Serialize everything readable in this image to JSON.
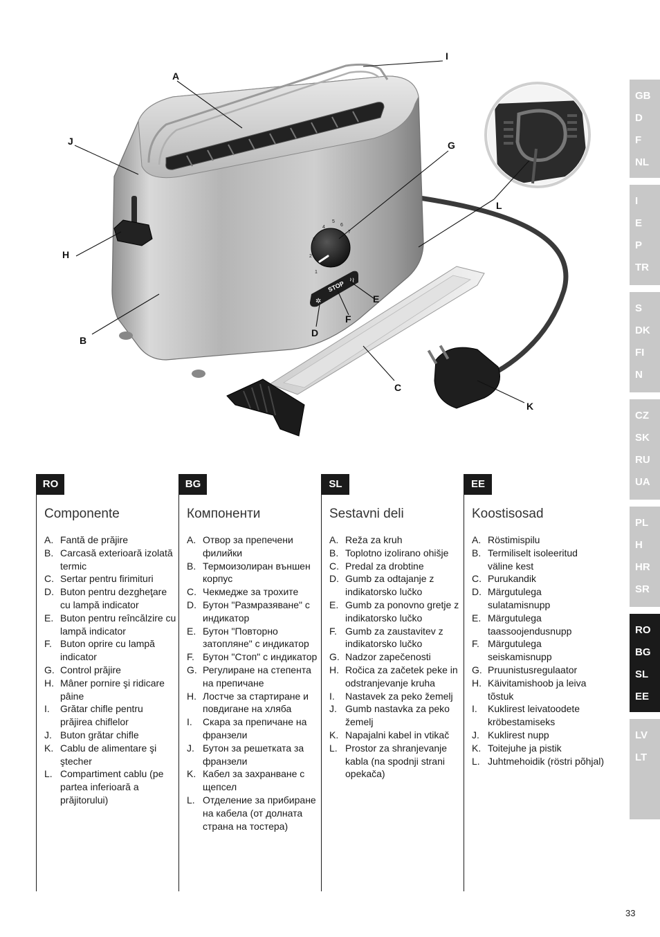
{
  "figure": {
    "callouts": [
      "A",
      "B",
      "C",
      "D",
      "E",
      "F",
      "G",
      "H",
      "I",
      "J",
      "K",
      "L"
    ],
    "dial_numbers": [
      "1",
      "2",
      "3",
      "4",
      "5",
      "6",
      "7"
    ],
    "stop_button_label": "STOP"
  },
  "tabs": [
    {
      "codes": [
        "GB",
        "D",
        "F",
        "NL"
      ],
      "active": false
    },
    {
      "codes": [
        "I",
        "E",
        "P",
        "TR"
      ],
      "active": false
    },
    {
      "codes": [
        "S",
        "DK",
        "FI",
        "N"
      ],
      "active": false
    },
    {
      "codes": [
        "CZ",
        "SK",
        "RU",
        "UA"
      ],
      "active": false
    },
    {
      "codes": [
        "PL",
        "H",
        "HR",
        "SR"
      ],
      "active": false
    },
    {
      "codes": [
        "RO",
        "BG",
        "SL",
        "EE"
      ],
      "active": true
    },
    {
      "codes": [
        "LV",
        "LT"
      ],
      "active": false
    }
  ],
  "columns": [
    {
      "lang": "RO",
      "title": "Componente",
      "items": [
        {
          "letter": "A.",
          "text": "Fantă de prăjire"
        },
        {
          "letter": "B.",
          "text": "Carcasă exterioară izolată termic"
        },
        {
          "letter": "C.",
          "text": "Sertar pentru firimituri"
        },
        {
          "letter": "D.",
          "text": "Buton pentru dezgheţare cu lampă indicator"
        },
        {
          "letter": "E.",
          "text": "Buton pentru reîncălzire cu lampă indicator"
        },
        {
          "letter": "F.",
          "text": "Buton oprire cu lampă indicator"
        },
        {
          "letter": "G.",
          "text": "Control prăjire"
        },
        {
          "letter": "H.",
          "text": "Mâner pornire şi ridicare pâine"
        },
        {
          "letter": "I.",
          "text": "Grătar chifle pentru prăjirea chiflelor"
        },
        {
          "letter": "J.",
          "text": "Buton grătar chifle"
        },
        {
          "letter": "K.",
          "text": "Cablu de alimentare şi ştecher"
        },
        {
          "letter": "L.",
          "text": "Compartiment cablu (pe partea inferioară a prăjitorului)"
        }
      ]
    },
    {
      "lang": "BG",
      "title": "Компоненти",
      "items": [
        {
          "letter": "A.",
          "text": "Отвор за препечени филийки"
        },
        {
          "letter": "B.",
          "text": "Термоизолиран външен корпус"
        },
        {
          "letter": "C.",
          "text": "Чекмедже за трохите"
        },
        {
          "letter": "D.",
          "text": "Бутон \"Размразяване\" с индикатор"
        },
        {
          "letter": "E.",
          "text": "Бутон \"Повторно затопляне\" с индикатор"
        },
        {
          "letter": "F.",
          "text": "Бутон \"Стоп\" с индикатор"
        },
        {
          "letter": "G.",
          "text": "Регулиране на степента на препичане"
        },
        {
          "letter": "H.",
          "text": "Лостче за стартиране и повдигане на хляба"
        },
        {
          "letter": "I.",
          "text": "Скара за препичане на франзели"
        },
        {
          "letter": "J.",
          "text": "Бутон за решетката за франзели"
        },
        {
          "letter": "K.",
          "text": "Кабел за захранване с щепсел"
        },
        {
          "letter": "L.",
          "text": "Отделение за прибиране на кабела (от долната страна на тостера)"
        }
      ]
    },
    {
      "lang": "SL",
      "title": "Sestavni deli",
      "items": [
        {
          "letter": "A.",
          "text": "Reža za kruh"
        },
        {
          "letter": "B.",
          "text": "Toplotno izolirano ohišje"
        },
        {
          "letter": "C.",
          "text": "Predal za drobtine"
        },
        {
          "letter": "D.",
          "text": "Gumb za odtajanje z indikatorsko lučko"
        },
        {
          "letter": "E.",
          "text": "Gumb za ponovno gretje z indikatorsko lučko"
        },
        {
          "letter": "F.",
          "text": "Gumb za zaustavitev z indikatorsko lučko"
        },
        {
          "letter": "G.",
          "text": "Nadzor zapečenosti"
        },
        {
          "letter": "H.",
          "text": "Ročica za začetek peke in odstranjevanje kruha"
        },
        {
          "letter": "I.",
          "text": "Nastavek za peko žemelj"
        },
        {
          "letter": "J.",
          "text": "Gumb nastavka za peko žemelj"
        },
        {
          "letter": "K.",
          "text": "Napajalni kabel in vtikač"
        },
        {
          "letter": "L.",
          "text": "Prostor za shranjevanje kabla (na spodnji strani opekača)"
        }
      ]
    },
    {
      "lang": "EE",
      "title": "Koostisosad",
      "items": [
        {
          "letter": "A.",
          "text": "Röstimispilu"
        },
        {
          "letter": "B.",
          "text": "Termiliselt isoleeritud väline kest"
        },
        {
          "letter": "C.",
          "text": "Purukandik"
        },
        {
          "letter": "D.",
          "text": "Märgutulega sulatamisnupp"
        },
        {
          "letter": "E.",
          "text": "Märgutulega taassoojendusnupp"
        },
        {
          "letter": "F.",
          "text": "Märgutulega seiskamisnupp"
        },
        {
          "letter": "G.",
          "text": "Pruunistusregulaator"
        },
        {
          "letter": "H.",
          "text": "Käivitamishoob ja leiva tõstuk"
        },
        {
          "letter": "I.",
          "text": "Kuklirest leivatoodete kröbestamiseks"
        },
        {
          "letter": "J.",
          "text": "Kuklirest nupp"
        },
        {
          "letter": "K.",
          "text": "Toitejuhe ja pistik"
        },
        {
          "letter": "L.",
          "text": "Juhtmehoidik (röstri põhjal)"
        }
      ]
    }
  ],
  "page_number": "33"
}
